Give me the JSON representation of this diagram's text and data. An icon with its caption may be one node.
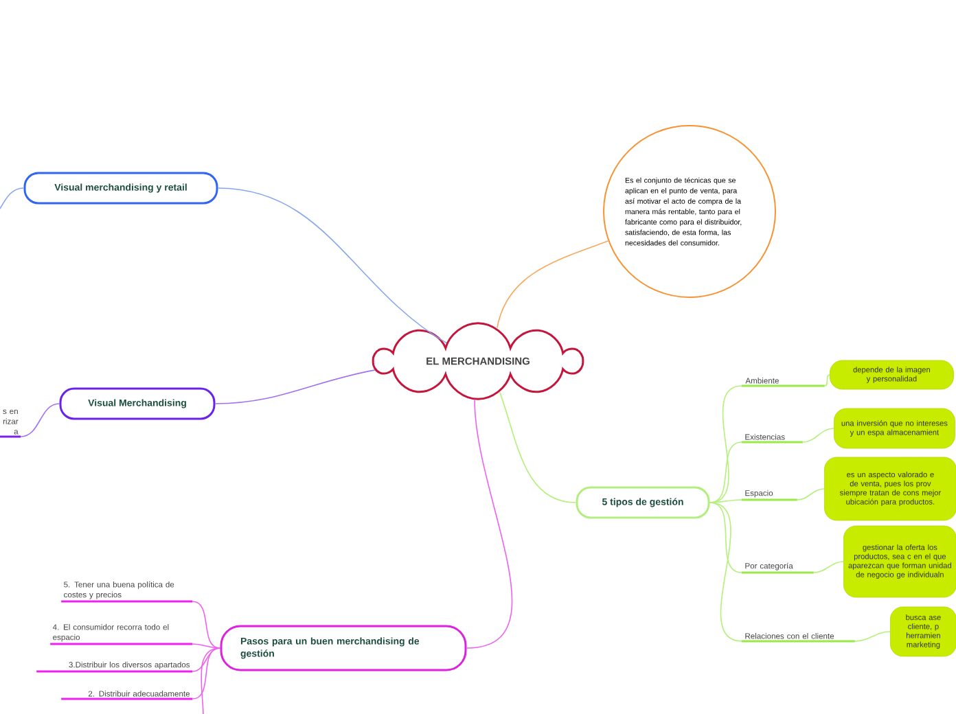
{
  "diagram": {
    "nodes": [
      {
        "text": [
          "EL MERCHANDISING"
        ]
      },
      {
        "text": [
          "Es el conjunto de técnicas que se aplican en el punto de venta, para así motivar el acto de compra de la manera más rentable, tanto para el fabricante como para el distribuidor, satisfaciendo, de esta forma, las necesidades del consumidor."
        ]
      },
      {
        "text": [
          "Visual merchandising y retail"
        ]
      },
      {
        "text": [
          "Visual Merchandising"
        ]
      },
      {
        "text": [
          "s en rizar a"
        ]
      },
      {
        "text": [
          "5 tipos de gestión"
        ]
      },
      {
        "text": [
          "Pasos para un buen merchandising de gestión"
        ]
      },
      {
        "text": [
          "Ambiente"
        ]
      },
      {
        "text": [
          "Existencias"
        ]
      },
      {
        "text": [
          "Espacio"
        ]
      },
      {
        "text": [
          "Por categoría"
        ]
      },
      {
        "text": [
          "Relaciones con el cliente"
        ]
      },
      {
        "text": [
          "depende de la imagen y personalidad"
        ]
      },
      {
        "text": [
          "una inversión que no intereses y un espa almacenamient"
        ]
      },
      {
        "text": [
          "es un aspecto valorado e de venta, pues los prov siempre tratan de cons mejor ubicación para productos."
        ]
      },
      {
        "text": [
          "gestionar la oferta los productos, sea c en el que aparezcan que forman unidad de negocio ge individualn"
        ]
      },
      {
        "text": [
          "busca ase cliente, p herramien marketing"
        ]
      },
      {
        "text": [
          "5. Tener una buena política de costes y precios"
        ]
      },
      {
        "text": [
          "4. El consumidor recorra todo el espacio"
        ]
      },
      {
        "text": [
          "3.Distribuir los diversos apartados"
        ]
      },
      {
        "text": [
          "2. Distribuir adecuadamente"
        ]
      }
    ],
    "edges": [
      {
        "from": 0,
        "to": 1,
        "arrow": "none",
        "color": "#f7a85a"
      },
      {
        "from": 0,
        "to": 2,
        "arrow": "none",
        "color": "#86a6f2"
      },
      {
        "from": 0,
        "to": 3,
        "arrow": "none",
        "color": "#a070f0"
      },
      {
        "from": 0,
        "to": 5,
        "arrow": "none"
      },
      {
        "from": 0,
        "to": 6,
        "arrow": "none",
        "color": "#f060f0"
      },
      {
        "from": 2,
        "to": null,
        "arrow": "none",
        "color": "#86a6f2"
      },
      {
        "from": 3,
        "to": 4,
        "arrow": "none",
        "color": "#a070f0"
      },
      {
        "from": 5,
        "to": 7,
        "arrow": "none"
      },
      {
        "from": 5,
        "to": 8,
        "arrow": "none"
      },
      {
        "from": 5,
        "to": 9,
        "arrow": "none"
      },
      {
        "from": 5,
        "to": 10,
        "arrow": "none"
      },
      {
        "from": 5,
        "to": 11,
        "arrow": "none"
      },
      {
        "from": 7,
        "to": 12,
        "arrow": "none"
      },
      {
        "from": 8,
        "to": 13,
        "arrow": "none"
      },
      {
        "from": 9,
        "to": 14,
        "arrow": "none"
      },
      {
        "from": 10,
        "to": 15,
        "arrow": "none"
      },
      {
        "from": 11,
        "to": 16,
        "arrow": "none"
      },
      {
        "from": 6,
        "to": 17,
        "arrow": "none",
        "color": "#f060f0"
      },
      {
        "from": 6,
        "to": 18,
        "arrow": "none",
        "color": "#f060f0"
      },
      {
        "from": 6,
        "to": 19,
        "arrow": "none",
        "color": "#f060f0"
      },
      {
        "from": 6,
        "to": 20,
        "arrow": "none",
        "color": "#f060f0"
      },
      {
        "from": 6,
        "to": null,
        "arrow": "none",
        "color": "#f060f0"
      }
    ]
  }
}
